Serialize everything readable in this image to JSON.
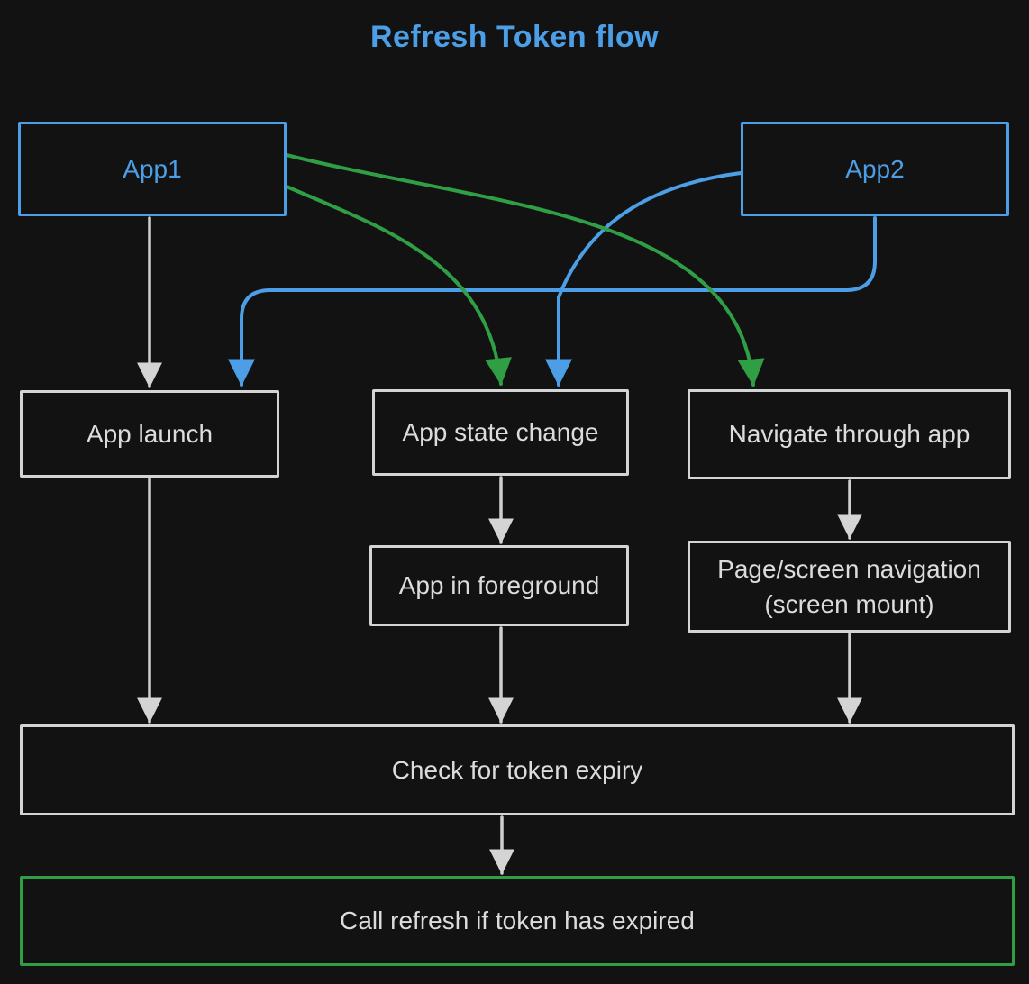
{
  "title": {
    "text": "Refresh Token flow"
  },
  "colors": {
    "background": "#121212",
    "blue": "#4c9ee6",
    "green": "#2f9e44",
    "gray": "#dcdcdc"
  },
  "nodes": {
    "app1": {
      "label": "App1",
      "color": "blue"
    },
    "app2": {
      "label": "App2",
      "color": "blue"
    },
    "app_launch": {
      "label": "App launch",
      "color": "gray"
    },
    "app_state_change": {
      "label": "App state change",
      "color": "gray"
    },
    "navigate_through_app": {
      "label": "Navigate through app",
      "color": "gray"
    },
    "app_in_foreground": {
      "label": "App in foreground",
      "color": "gray"
    },
    "page_screen_navigation": {
      "line1": "Page/screen navigation",
      "line2": "(screen mount)",
      "color": "gray"
    },
    "check_token_expiry": {
      "label": "Check for token expiry",
      "color": "gray"
    },
    "call_refresh": {
      "label": "Call refresh if token has expired",
      "color": "green"
    }
  },
  "edges": [
    {
      "from": "App1",
      "to": "App launch",
      "color": "gray"
    },
    {
      "from": "App1",
      "to": "App state change",
      "color": "green"
    },
    {
      "from": "App1",
      "to": "Navigate through app",
      "color": "green"
    },
    {
      "from": "App2",
      "to": "App launch",
      "color": "blue"
    },
    {
      "from": "App2",
      "to": "App state change",
      "color": "blue"
    },
    {
      "from": "App launch",
      "to": "Check for token expiry",
      "color": "gray"
    },
    {
      "from": "App state change",
      "to": "App in foreground",
      "color": "gray"
    },
    {
      "from": "App in foreground",
      "to": "Check for token expiry",
      "color": "gray"
    },
    {
      "from": "Navigate through app",
      "to": "Page/screen navigation (screen mount)",
      "color": "gray"
    },
    {
      "from": "Page/screen navigation (screen mount)",
      "to": "Check for token expiry",
      "color": "gray"
    },
    {
      "from": "Check for token expiry",
      "to": "Call refresh if token has expired",
      "color": "gray"
    }
  ]
}
